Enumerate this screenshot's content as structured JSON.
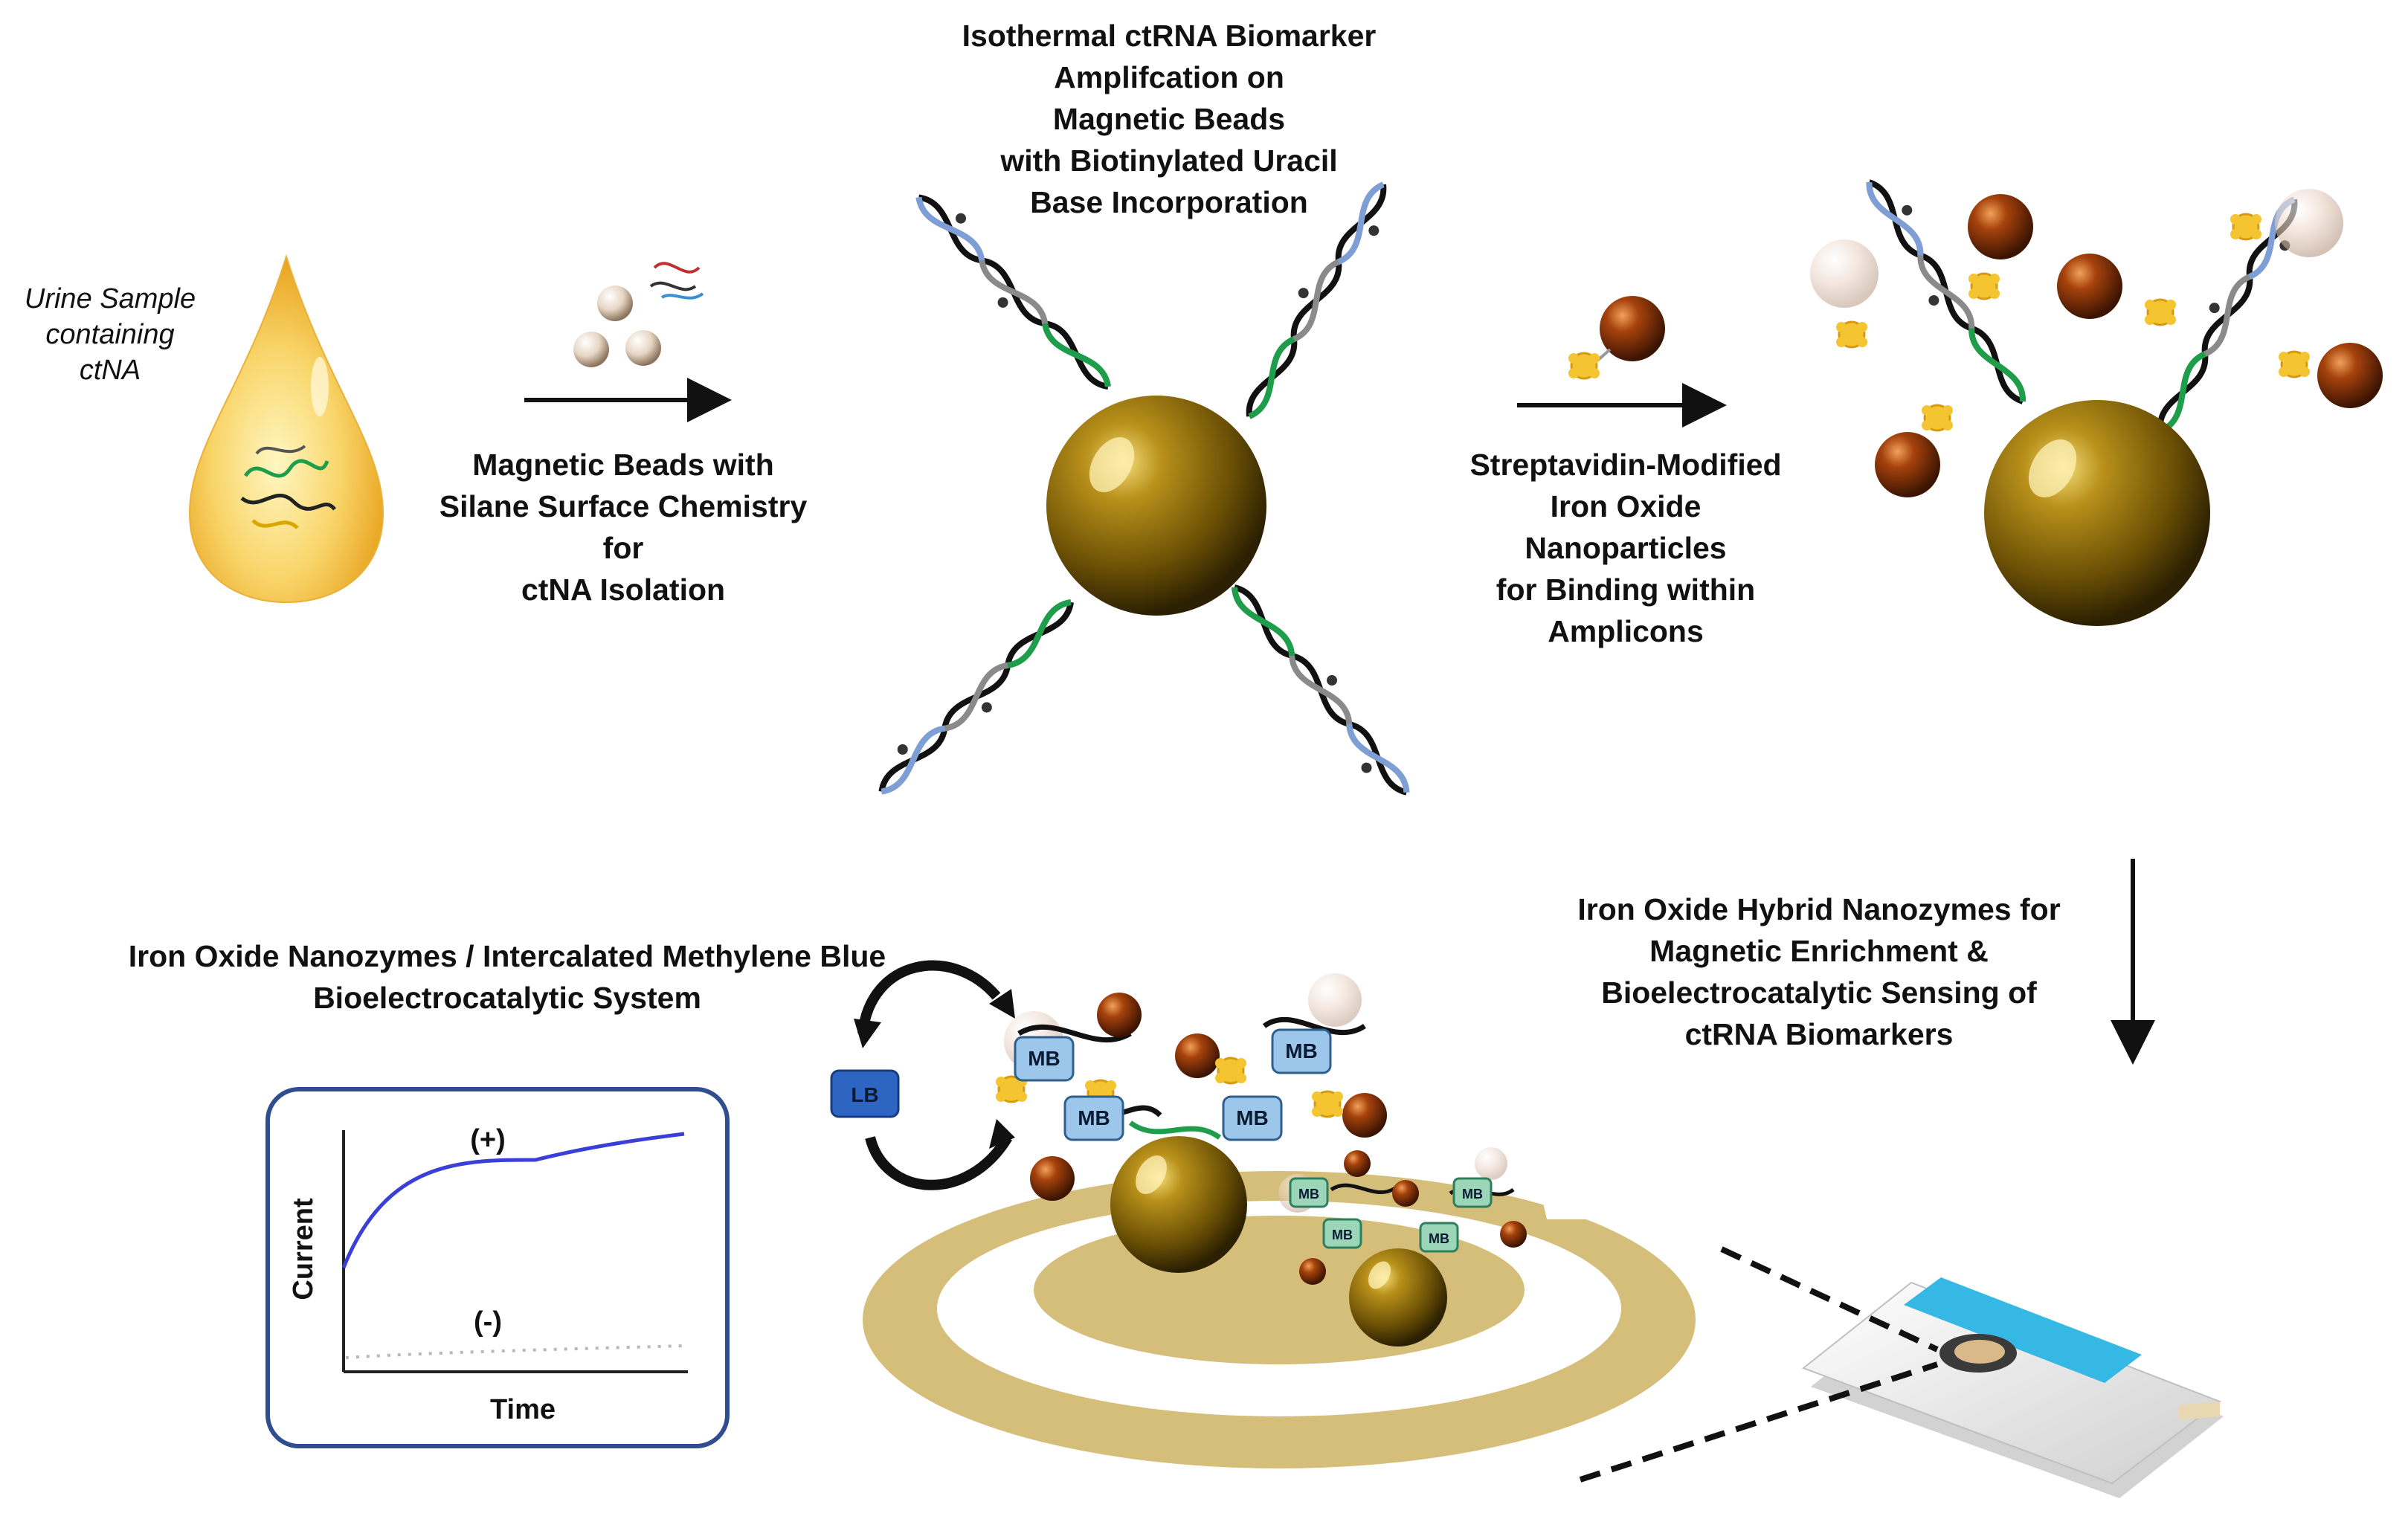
{
  "urine_label": [
    "Urine Sample",
    "containing",
    "ctNA"
  ],
  "step1_label": [
    "Magnetic Beads with",
    "Silane Surface Chemistry",
    "for",
    "ctNA Isolation"
  ],
  "step2_label": [
    "Isothermal ctRNA Biomarker",
    "Amplifcation on",
    "Magnetic Beads",
    "with Biotinylated Uracil",
    "Base Incorporation"
  ],
  "step3_label": [
    "Streptavidin-Modified",
    "Iron Oxide",
    "Nanoparticles",
    "for Binding within",
    "Amplicons"
  ],
  "step4_label": [
    "Iron Oxide Hybrid Nanozymes for",
    "Magnetic Enrichment &",
    "Bioelectrocatalytic Sensing of",
    "ctRNA Biomarkers"
  ],
  "system_label": [
    "Iron Oxide Nanozymes / Intercalated Methylene Blue",
    "Bioelectrocatalytic System"
  ],
  "cycle": {
    "lb": "LB",
    "mb": "MB"
  },
  "plot": {
    "xlabel": "Time",
    "ylabel": "Current",
    "positive": "(+)",
    "negative": "(-)"
  },
  "colors": {
    "bead_gold": "#8a6a08",
    "nanoparticle": "#7a2e06",
    "helix_green": "#1e9e4a",
    "helix_blue": "#7d9fd6",
    "streptavidin": "#f4c531",
    "plot_frame": "#2f4d8f",
    "plot_curve": "#3a3fd8",
    "electrode": "#d5bd7a"
  }
}
